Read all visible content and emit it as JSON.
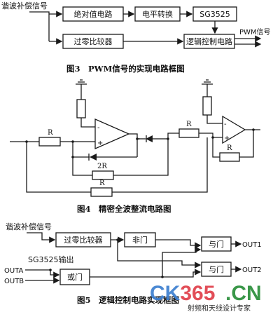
{
  "fig3": {
    "input_label": "谐波补偿信号",
    "blocks": {
      "abs": "绝对值电路",
      "level": "电平转换",
      "sg": "SG3525",
      "zero": "过零比较器",
      "logic": "逻辑控制电路"
    },
    "output_label": "PWM信号",
    "caption": "图3　PWM信号的实现电路框图"
  },
  "fig4": {
    "resistor_label": "R",
    "resistor_2r_label": "2R",
    "opamp_minus": "-",
    "opamp_plus": "+",
    "caption": "图4　精密全波整流电路图"
  },
  "fig5": {
    "input_label": "谐波补偿信号",
    "sg_label": "SG3525输出",
    "outa": "OUTA",
    "outb": "OUTB",
    "blocks": {
      "zero": "过零比较器",
      "not": "非门",
      "or": "或门",
      "and1": "与门",
      "and2": "与门"
    },
    "out1": "OUT1",
    "out2": "OUT2",
    "caption": "图5　逻辑控制电路实现框图"
  },
  "watermark": {
    "logo": "CK365",
    "tld": ".CN",
    "slogan": "射频和天线设计专家",
    "colors": {
      "ck": "#3d7fd0",
      "num": "#e0404a",
      "cn": "#2a8f3a"
    }
  }
}
